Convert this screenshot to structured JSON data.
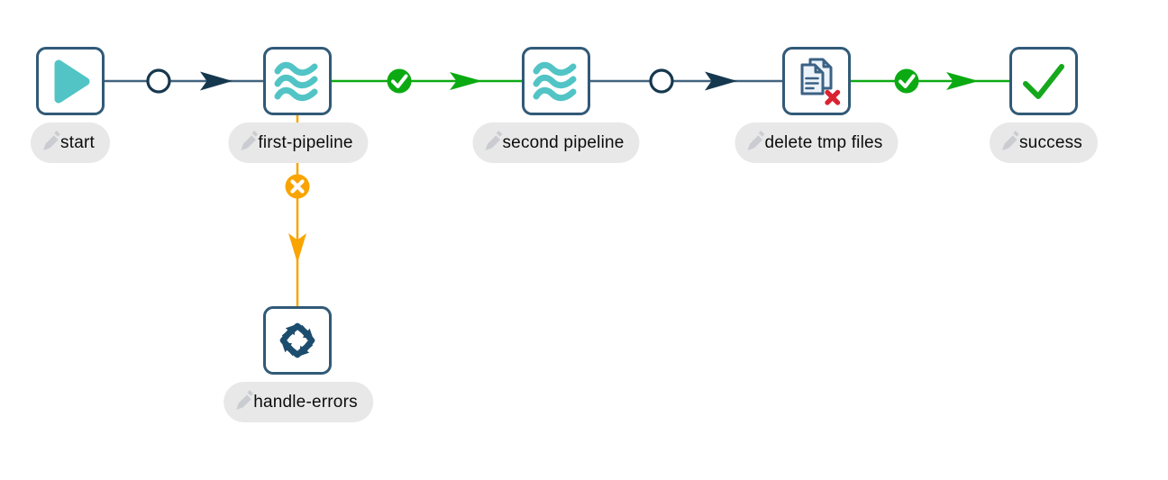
{
  "app": {
    "view": "workflow-canvas"
  },
  "colors": {
    "node_border": "#315a77",
    "node_fill": "#ffffff",
    "teal_icon": "#52c4c5",
    "hop_line_slate": "#44637f",
    "hop_arrow_navy": "#16384f",
    "hop_success_green": "#0caa12",
    "hop_error_orange": "#f9a400",
    "label_pill_bg": "#e8e8e8",
    "label_text": "#0c0c0c",
    "delete_x_red": "#da2332",
    "doc_fill": "#edf3fa",
    "doc_stroke": "#3b6185",
    "cycle_navy": "#1d4d6e",
    "pencil_gray": "#c9cbd0"
  },
  "workflow": {
    "nodes": [
      {
        "id": "start",
        "label": "start",
        "icon": "play-icon"
      },
      {
        "id": "first-pipeline",
        "label": "first-pipeline",
        "icon": "pipeline-icon"
      },
      {
        "id": "second-pipeline",
        "label": "second pipeline",
        "icon": "pipeline-icon"
      },
      {
        "id": "delete-tmp-files",
        "label": "delete tmp files",
        "icon": "delete-files-icon"
      },
      {
        "id": "success",
        "label": "success",
        "icon": "success-check-icon"
      },
      {
        "id": "handle-errors",
        "label": "handle-errors",
        "icon": "workflow-cycle-icon"
      }
    ],
    "hops": [
      {
        "from": "start",
        "to": "first-pipeline",
        "condition": "unconditional"
      },
      {
        "from": "first-pipeline",
        "to": "second-pipeline",
        "condition": "success"
      },
      {
        "from": "second-pipeline",
        "to": "delete-tmp-files",
        "condition": "unconditional"
      },
      {
        "from": "delete-tmp-files",
        "to": "success",
        "condition": "success"
      },
      {
        "from": "first-pipeline",
        "to": "handle-errors",
        "condition": "error"
      }
    ]
  }
}
